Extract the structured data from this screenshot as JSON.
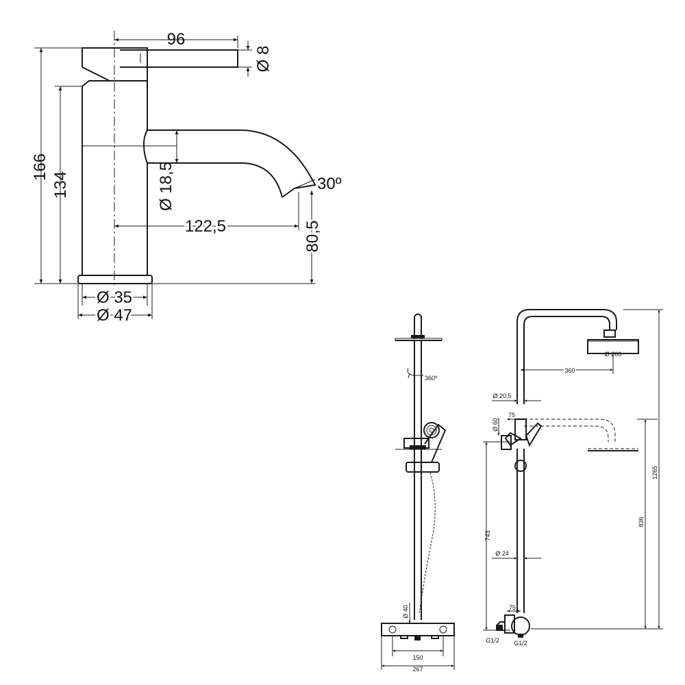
{
  "faucet": {
    "dim_width_top": "96",
    "dim_handle_diameter": "Ø 8",
    "dim_total_height": "166",
    "dim_body_height": "134",
    "dim_spout_diameter": "Ø 18,5",
    "dim_spout_angle": "30º",
    "dim_spout_reach": "122,5",
    "dim_spout_height": "80,5",
    "dim_body_diameter": "Ø 35",
    "dim_base_diameter": "Ø 47"
  },
  "shower_front": {
    "rotation_label": "360º",
    "dim_mixer_diameter": "Ø 40",
    "dim_inlet_spacing": "150",
    "dim_mixer_width": "267"
  },
  "shower_side": {
    "dim_head_diameter": "Ø 200",
    "dim_arm_reach": "360",
    "dim_upper_tube": "Ø 20,5",
    "dim_holder_offset": "75",
    "dim_holder_diameter": "Ø 60",
    "dim_holder_height": "743",
    "dim_lower_tube": "Ø 24",
    "dim_inlet_offset": "75",
    "dim_inlet_thread_left": "G1/2",
    "dim_inlet_thread_right": "G1/2",
    "dim_lower_height": "836",
    "dim_total_height": "1265"
  }
}
